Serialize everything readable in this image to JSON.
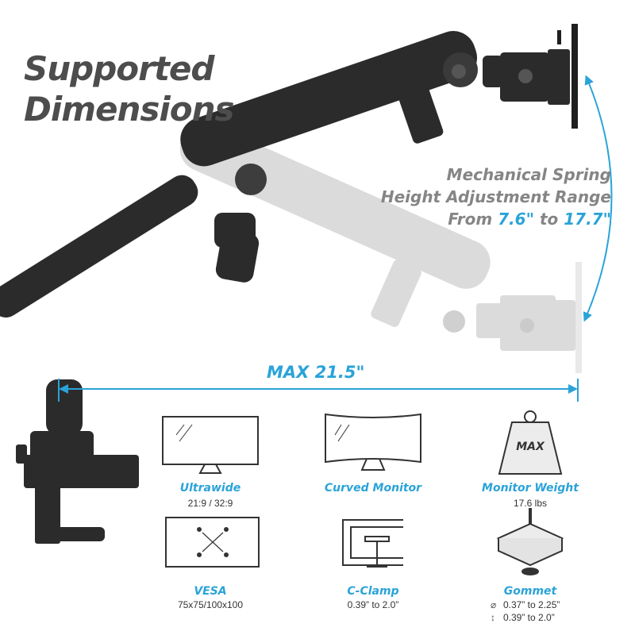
{
  "title": {
    "line1": "Supported",
    "line2": "Dimensions"
  },
  "height_range": {
    "line1": "Mechanical Spring",
    "line2": "Height Adjustment Range",
    "from_prefix": "From ",
    "from_value": "7.6\"",
    "to_word": " to ",
    "to_value": "17.7\""
  },
  "extension": {
    "label": "MAX 21.5\""
  },
  "colors": {
    "accent": "#2aa3d8",
    "title": "#4d4d4d",
    "arm": "#2b2b2b",
    "ghost_arm": "#c9c9c9"
  },
  "features": [
    {
      "icon": "ultrawide-monitor-icon",
      "name": "Ultrawide",
      "detail": "21:9 / 32:9"
    },
    {
      "icon": "curved-monitor-icon",
      "name": "Curved Monitor",
      "detail": ""
    },
    {
      "icon": "weight-icon",
      "icon_text": "MAX",
      "name": "Monitor Weight",
      "detail": "17.6 lbs"
    },
    {
      "icon": "vesa-pattern-icon",
      "name": "VESA",
      "detail": "75x75/100x100"
    },
    {
      "icon": "c-clamp-icon",
      "name": "C-Clamp",
      "detail": "0.39” to 2.0”"
    },
    {
      "icon": "grommet-icon",
      "name": "Gommet",
      "diameter_symbol": "⌀",
      "diameter": "0.37” to 2.25”",
      "thickness_symbol": "↕",
      "thickness": "0.39” to 2.0”"
    }
  ]
}
